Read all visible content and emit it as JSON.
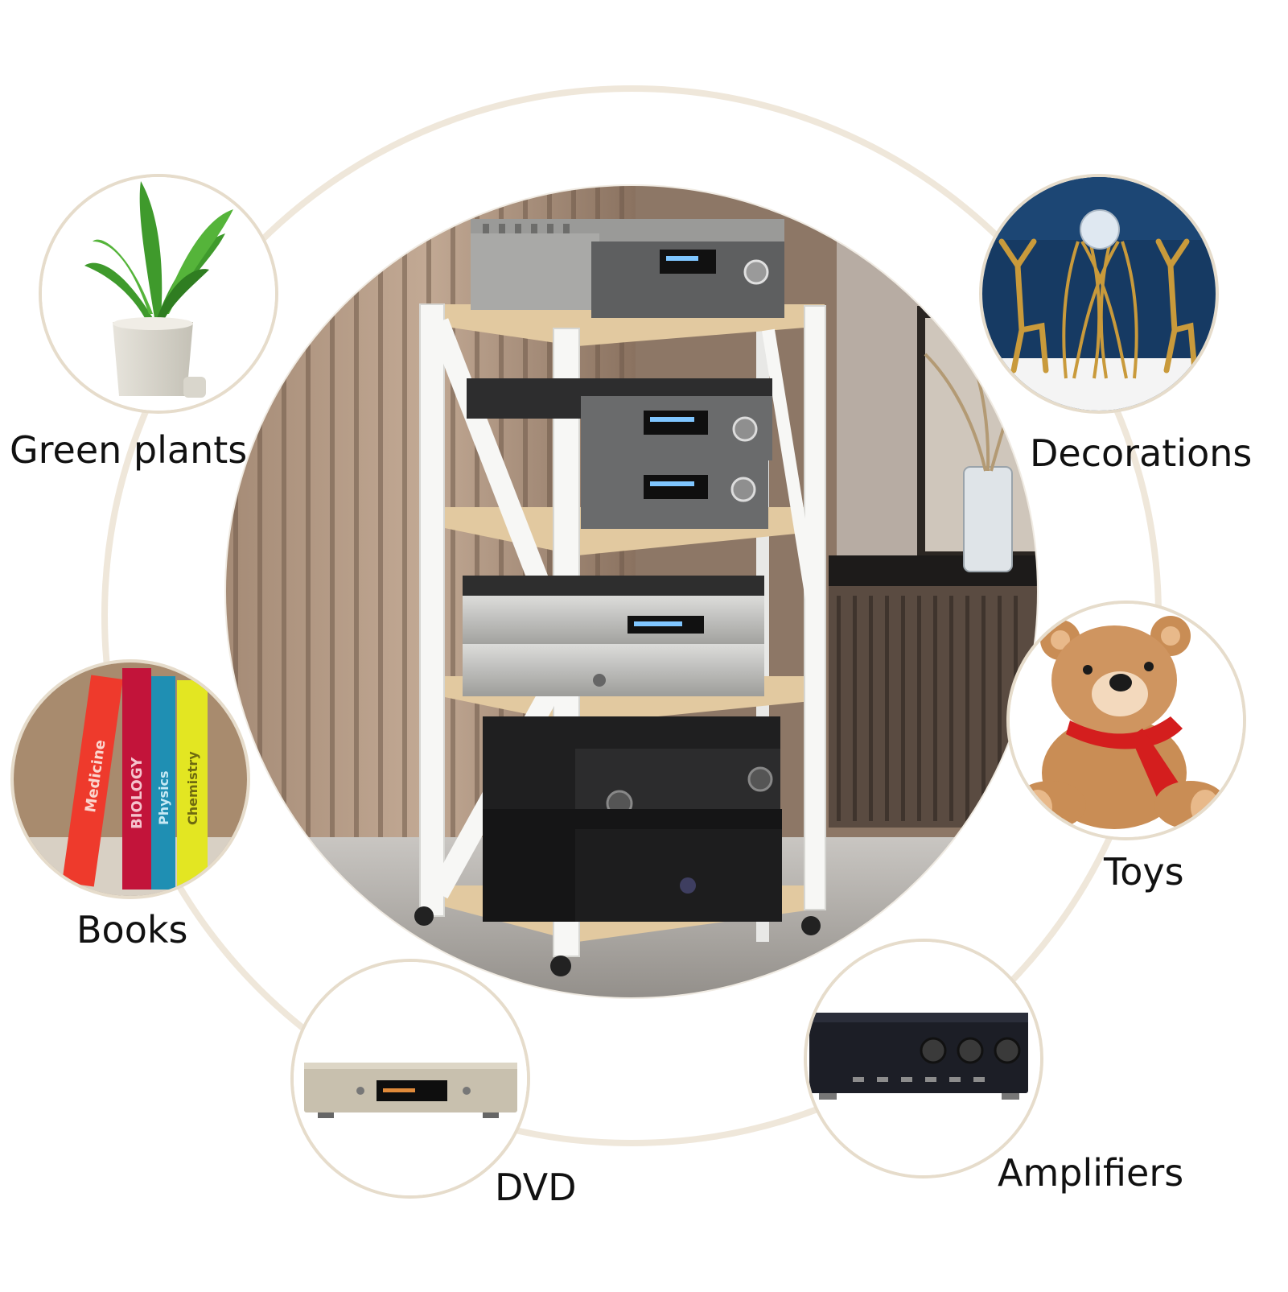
{
  "labels": {
    "green_plants": "Green plants",
    "decorations": "Decorations",
    "books": "Books",
    "toys": "Toys",
    "dvd": "DVD",
    "amplifiers": "Amplifiers"
  },
  "book_spines": [
    "Medicine",
    "BIOLOGY",
    "Physics",
    "Chemistry"
  ],
  "colors": {
    "ring": "#efe7da",
    "circle_border": "#e6dccb",
    "shelf_wood": "#e2c9a0",
    "frame_white": "#f7f7f5",
    "equipment_dark": "#2a2a2c",
    "equipment_silver": "#c9c9c6",
    "display_blue": "#7fc6ff",
    "decor_blue": "#163a63",
    "gold": "#c99a3b",
    "teddy_brown": "#c98d55",
    "scarf_red": "#d41e1e"
  }
}
